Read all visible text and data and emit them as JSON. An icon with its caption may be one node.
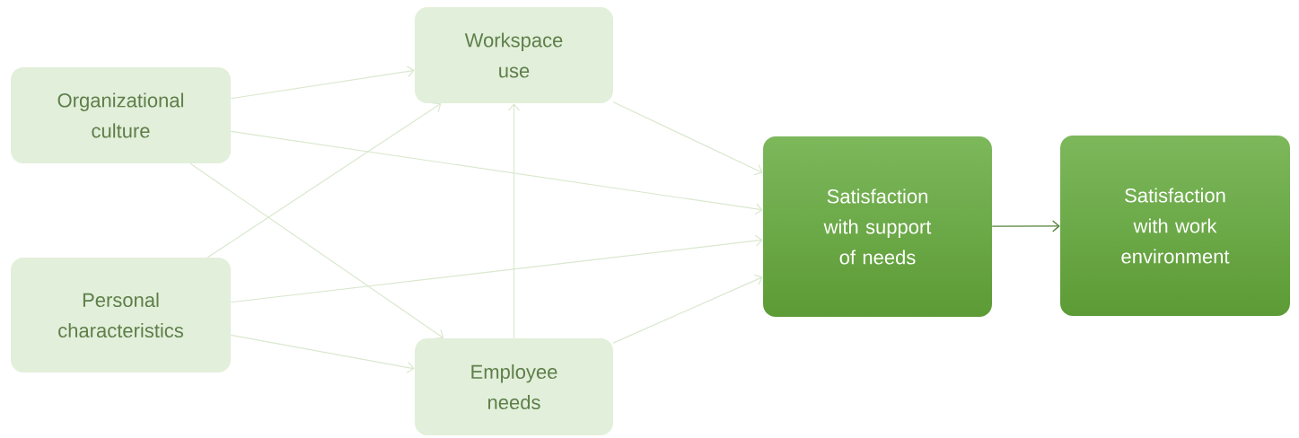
{
  "diagram": {
    "nodes": [
      {
        "text": [
          "Organizational culture"
        ]
      },
      {
        "text": [
          "Personal characteristics"
        ]
      },
      {
        "text": [
          "Workspace use"
        ]
      },
      {
        "text": [
          "Employee needs"
        ]
      },
      {
        "text": [
          "Satisfaction with support of needs"
        ]
      },
      {
        "text": [
          "Satisfaction with work environment"
        ]
      }
    ],
    "edges": [
      {
        "from": 0,
        "to": 2,
        "arrow": "to"
      },
      {
        "from": 0,
        "to": 4,
        "arrow": "to"
      },
      {
        "from": 0,
        "to": 3,
        "arrow": "to"
      },
      {
        "from": 1,
        "to": 2,
        "arrow": "to"
      },
      {
        "from": 1,
        "to": 4,
        "arrow": "to"
      },
      {
        "from": 1,
        "to": 3,
        "arrow": "to"
      },
      {
        "from": 3,
        "to": 2,
        "arrow": "to"
      },
      {
        "from": 2,
        "to": 4,
        "arrow": "to"
      },
      {
        "from": 3,
        "to": 4,
        "arrow": "to"
      },
      {
        "from": 4,
        "to": 5,
        "arrow": "to",
        "color": "#548235"
      }
    ]
  }
}
